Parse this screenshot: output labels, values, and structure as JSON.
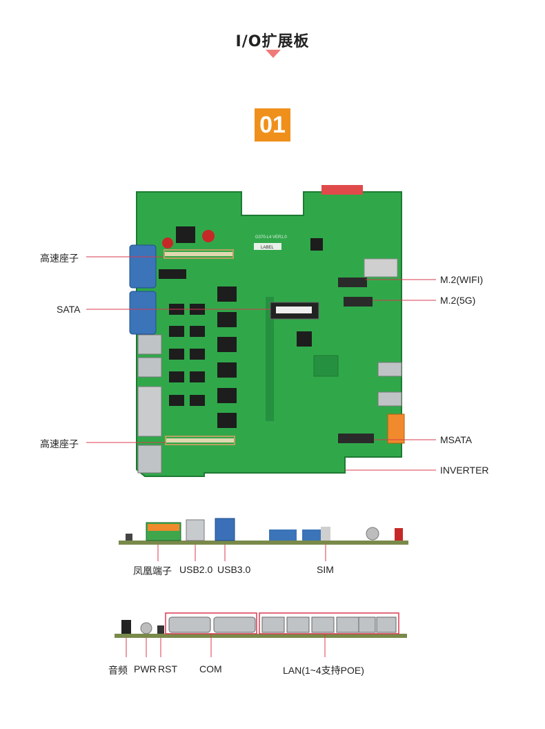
{
  "header": {
    "title": "I/O扩展板",
    "badge": "01"
  },
  "board_top": {
    "silk_model": "G370-L4 VER1.0",
    "silk_label": "LABEL",
    "callouts_left": [
      "高速座子",
      "SATA",
      "高速座子"
    ],
    "callouts_right": [
      "M.2(WIFI)",
      "M.2(5G)",
      "MSATA",
      "INVERTER"
    ]
  },
  "board_side1": {
    "labels": [
      "凤凰端子",
      "USB2.0",
      "USB3.0",
      "SIM"
    ]
  },
  "board_side2": {
    "labels": [
      "音频",
      "PWR",
      "RST",
      "COM",
      "LAN(1~4支持POE)"
    ]
  },
  "colors": {
    "accent_orange": "#f0901c",
    "pointer_red": "#d9394e",
    "pcb_green": "#2fb04a"
  }
}
